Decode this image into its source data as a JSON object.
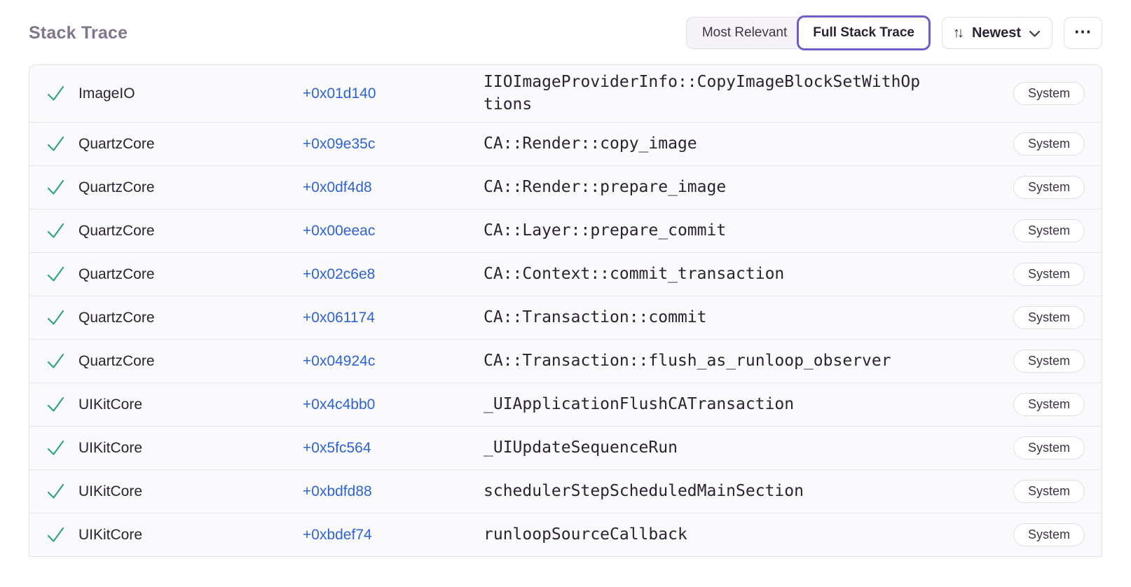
{
  "header": {
    "title": "Stack Trace",
    "view_toggle": {
      "most_relevant_label": "Most Relevant",
      "full_stack_trace_label": "Full Stack Trace",
      "active": "Full Stack Trace"
    },
    "sort": {
      "label": "Newest"
    },
    "icons": {
      "sort_arrows": "↑↓",
      "ellipsis": "⋯",
      "chevron_down": "chevron-down",
      "frame_check": "green-checkmark"
    }
  },
  "colors": {
    "accent_purple": "#6C5FC7",
    "link_blue": "#2D63D6",
    "check_green": "#2BA185",
    "title_gray": "#80778F",
    "row_background": "#FAF9FB",
    "row_border": "#E7E1EC",
    "badge_border": "#E2DDE9"
  },
  "table": {
    "badge_label": "System",
    "frames": [
      {
        "module": "ImageIO",
        "offset": "+0x01d140",
        "function": "IIOImageProviderInfo::CopyImageBlockSetWithOptions",
        "badge": "System"
      },
      {
        "module": "QuartzCore",
        "offset": "+0x09e35c",
        "function": "CA::Render::copy_image",
        "badge": "System"
      },
      {
        "module": "QuartzCore",
        "offset": "+0x0df4d8",
        "function": "CA::Render::prepare_image",
        "badge": "System"
      },
      {
        "module": "QuartzCore",
        "offset": "+0x00eeac",
        "function": "CA::Layer::prepare_commit",
        "badge": "System"
      },
      {
        "module": "QuartzCore",
        "offset": "+0x02c6e8",
        "function": "CA::Context::commit_transaction",
        "badge": "System"
      },
      {
        "module": "QuartzCore",
        "offset": "+0x061174",
        "function": "CA::Transaction::commit",
        "badge": "System"
      },
      {
        "module": "QuartzCore",
        "offset": "+0x04924c",
        "function": "CA::Transaction::flush_as_runloop_observer",
        "badge": "System"
      },
      {
        "module": "UIKitCore",
        "offset": "+0x4c4bb0",
        "function": "_UIApplicationFlushCATransaction",
        "badge": "System"
      },
      {
        "module": "UIKitCore",
        "offset": "+0x5fc564",
        "function": "_UIUpdateSequenceRun",
        "badge": "System"
      },
      {
        "module": "UIKitCore",
        "offset": "+0xbdfd88",
        "function": "schedulerStepScheduledMainSection",
        "badge": "System"
      },
      {
        "module": "UIKitCore",
        "offset": "+0xbdef74",
        "function": "runloopSourceCallback",
        "badge": "System"
      }
    ]
  }
}
